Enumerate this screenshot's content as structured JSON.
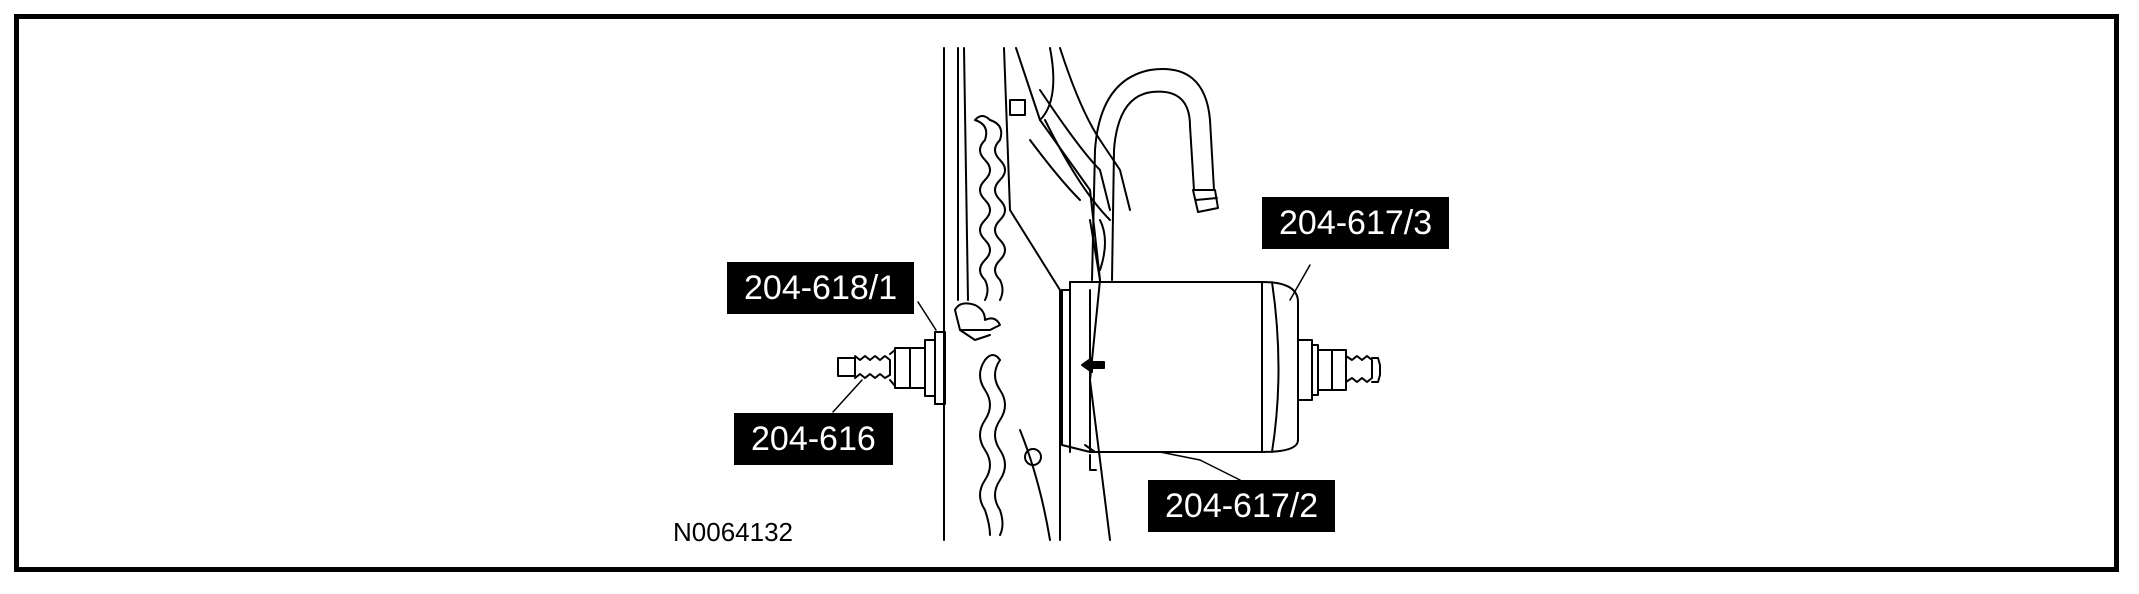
{
  "figure": {
    "id": "N0064132",
    "callouts": {
      "tool_618_1": "204-618/1",
      "tool_616": "204-616",
      "tool_617_3": "204-617/3",
      "tool_617_2": "204-617/2"
    }
  },
  "colors": {
    "line": "#000000",
    "background": "#ffffff",
    "callout_bg": "#000000",
    "callout_text": "#ffffff"
  }
}
